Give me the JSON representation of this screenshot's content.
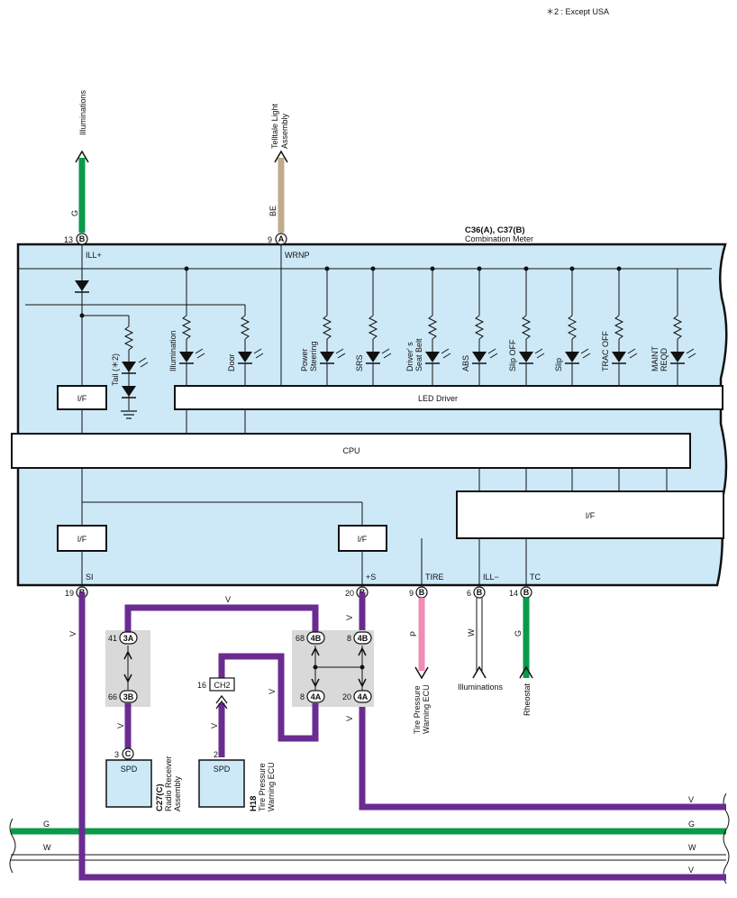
{
  "note": "＊2 : Except USA",
  "meter": {
    "connector": "C36(A), C37(B)",
    "name": "Combination Meter",
    "pins_top": [
      {
        "num": "13",
        "conn": "B",
        "label": "ILL+"
      },
      {
        "num": "9",
        "conn": "A",
        "label": "WRNP"
      }
    ],
    "pins_bottom": [
      {
        "num": "19",
        "conn": "B",
        "label": "SI"
      },
      {
        "num": "20",
        "conn": "B",
        "label": "+S"
      },
      {
        "num": "9",
        "conn": "B",
        "label": "TIRE"
      },
      {
        "num": "6",
        "conn": "B",
        "label": "ILL−"
      },
      {
        "num": "14",
        "conn": "B",
        "label": "TC"
      }
    ],
    "lamps": [
      "Illumination",
      "Door",
      "Power Steering",
      "SRS",
      "Driver' s Seat Belt",
      "ABS",
      "Slip OFF",
      "Slip",
      "TRAC OFF",
      "MAINT REQD"
    ],
    "tail": "Tail (＊2)",
    "blocks": {
      "if_label": "I/F",
      "led_driver": "LED Driver",
      "cpu": "CPU"
    }
  },
  "top_wires": [
    {
      "dest": "Illuminations",
      "color": "G"
    },
    {
      "dest": "Telltale Light Assembly",
      "color": "BE"
    }
  ],
  "bottom_dests": [
    {
      "name": "Tire Pressure Warning ECU",
      "color": "P"
    },
    {
      "name": "Illuminations",
      "color": "W"
    },
    {
      "name": "Rheostat",
      "color": "G"
    }
  ],
  "junctions": {
    "j1": {
      "top_pin": "41",
      "top_conn": "3A",
      "bot_pin": "66",
      "bot_conn": "3B"
    },
    "j2": {
      "tl_pin": "68",
      "tl_conn": "4B",
      "tr_pin": "8",
      "tr_conn": "4B",
      "bl_pin": "8",
      "bl_conn": "4A",
      "br_pin": "20",
      "br_conn": "4A"
    },
    "ch2": {
      "pin": "16",
      "conn": "CH2"
    }
  },
  "components": [
    {
      "label": "SPD",
      "pin": "3",
      "conn": "C",
      "code": "C27(C)",
      "name": "Radio Receiver Assembly"
    },
    {
      "label": "SPD",
      "pin": "2",
      "code": "H18",
      "name": "Tire Pressure Warning ECU"
    }
  ],
  "wire_colors": {
    "v": "V",
    "g": "G",
    "w": "W",
    "p": "P",
    "be": "BE"
  },
  "colors": {
    "panel": "#cde9f7",
    "violet": "#6a2c91",
    "green": "#0a9a4a",
    "pink": "#ef8bb5",
    "beige": "#c2ab8c",
    "junction": "#d9d9d9"
  }
}
